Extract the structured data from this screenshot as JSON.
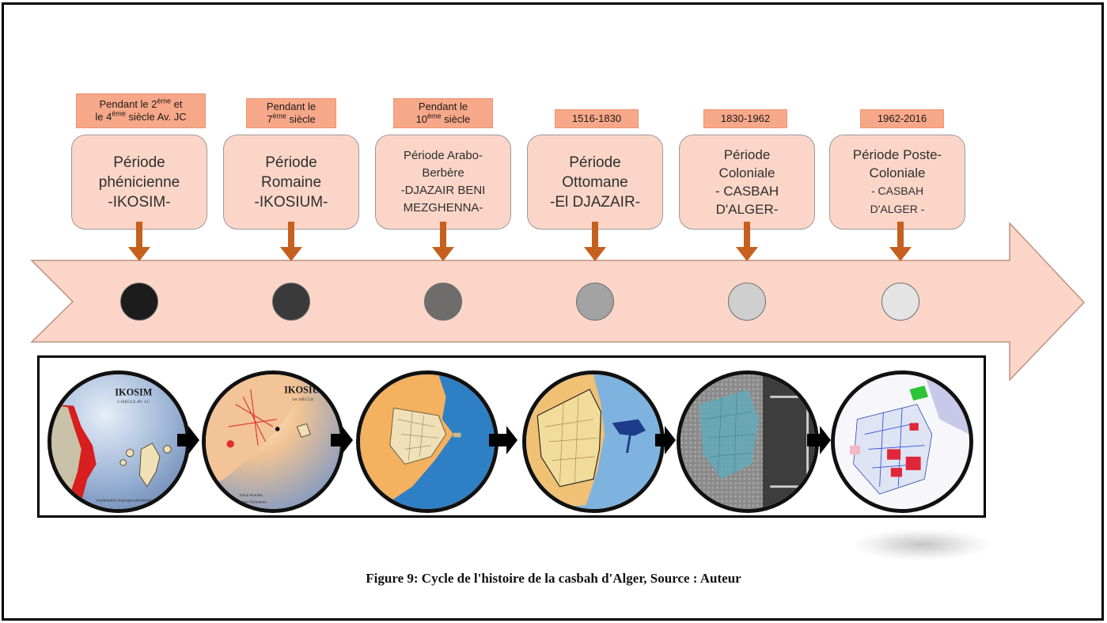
{
  "periods": [
    {
      "date_parts": [
        "Pendant le 2",
        "ème",
        " et",
        "le 4",
        "ème",
        "  siècle Av. JC"
      ],
      "title_lines": [
        "Période",
        "phénicienne",
        "-IKOSIM-"
      ],
      "dot_color": "#1c1c1c"
    },
    {
      "date_parts": [
        "Pendant le",
        "7",
        "ème",
        " siècle"
      ],
      "title_lines": [
        "Période",
        "Romaine",
        "-IKOSIUM-"
      ],
      "dot_color": "#3a3a3a"
    },
    {
      "date_parts": [
        "Pendant le",
        "10",
        "ème",
        "  siècle"
      ],
      "title_lines": [
        "Période Arabo-",
        "Berbère",
        "-DJAZAIR BENI",
        "MEZGHENNA-"
      ],
      "dot_color": "#6f6c6c"
    },
    {
      "date_parts": [
        "1516-1830"
      ],
      "title_lines": [
        "Période",
        "Ottomane",
        "-El DJAZAIR-"
      ],
      "dot_color": "#a3a3a3"
    },
    {
      "date_parts": [
        "1830-1962"
      ],
      "title_lines": [
        "Période",
        "Coloniale",
        "- CASBAH",
        "D'ALGER-"
      ],
      "dot_color": "#cfcfcf"
    },
    {
      "date_parts": [
        "1962-2016"
      ],
      "title_lines": [
        "Période Poste-",
        "Coloniale",
        "- CASBAH",
        "D'ALGER -"
      ],
      "dot_color": "#e4e4e4"
    }
  ],
  "maps": [
    {
      "label": "IKOSIM",
      "sublabel": "5 SIECLE AV. J.C",
      "legend": "Implantation d'époque phénicienne"
    },
    {
      "label": "IKOSIUM",
      "sublabel": "1er SIECLE",
      "legend1": "Tracé Romain",
      "legend2": "Voies Romaines"
    },
    {
      "label": "",
      "sublabel": ""
    },
    {
      "label": "",
      "sublabel": ""
    },
    {
      "label": "",
      "sublabel": ""
    },
    {
      "label": "",
      "sublabel": ""
    }
  ],
  "caption": "Figure 9: Cycle de l'histoire de la casbah d'Alger, Source : Auteur",
  "colors": {
    "timeline_fill": "#fbd6c8",
    "timeline_stroke": "#c09080",
    "date_box": "#f7a889",
    "period_box": "#fbd6c8",
    "connector": "#c6601e"
  }
}
